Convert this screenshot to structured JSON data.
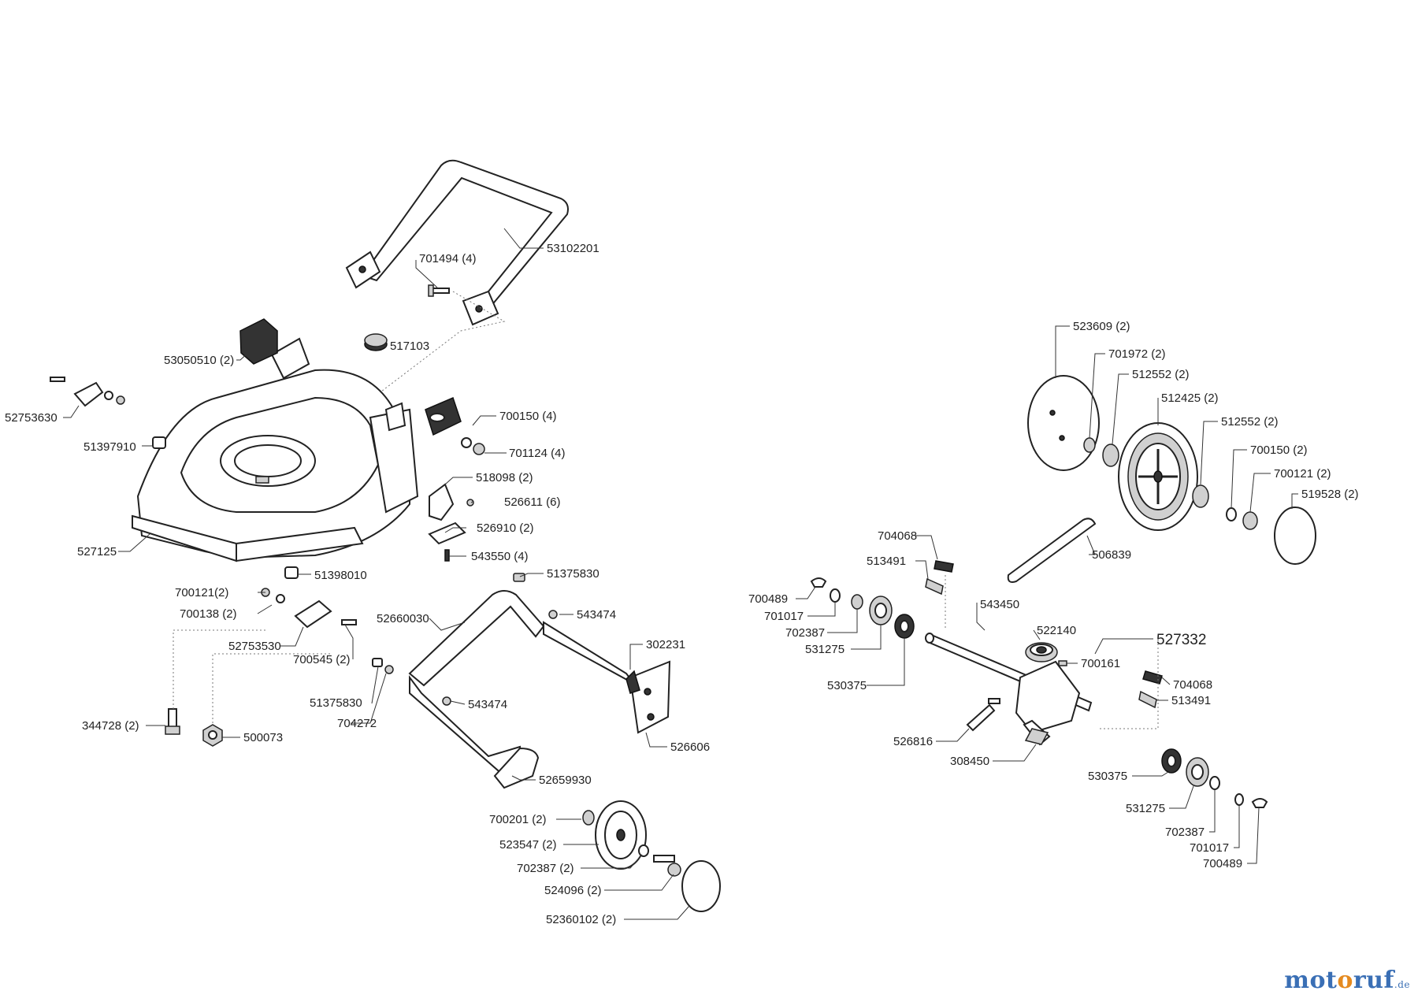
{
  "diagram": {
    "labels": {
      "l53102201": "53102201",
      "l701494": "701494 (4)",
      "l517103": "517103",
      "l53050510": "53050510 (2)",
      "l52753630": "52753630",
      "l51397910": "51397910",
      "l700150a": "700150 (4)",
      "l701124": "701124 (4)",
      "l518098": "518098 (2)",
      "l526611": "526611 (6)",
      "l526910": "526910 (2)",
      "l543550": "543550 (4)",
      "l527125": "527125",
      "l51398010": "51398010",
      "l700121a": "700121(2)",
      "l700138": "700138 (2)",
      "l52753530": "52753530",
      "l700545": "700545 (2)",
      "l51375830a": "51375830",
      "l51375830b": "51375830",
      "l704272": "704272",
      "l52660030": "52660030",
      "l543474a": "543474",
      "l543474b": "543474",
      "l302231": "302231",
      "l526606": "526606",
      "l52659930": "52659930",
      "l344728": "344728 (2)",
      "l500073": "500073",
      "l700201": "700201 (2)",
      "l523547": "523547 (2)",
      "l702387a": "702387 (2)",
      "l524096": "524096 (2)",
      "l52360102": "52360102 (2)",
      "l523609": "523609 (2)",
      "l701972": "701972 (2)",
      "l512552a": "512552 (2)",
      "l512425": "512425 (2)",
      "l512552b": "512552 (2)",
      "l700150b": "700150 (2)",
      "l700121b": "700121 (2)",
      "l519528": "519528 (2)",
      "l704068a": "704068",
      "l513491a": "513491",
      "l506839": "506839",
      "l700489a": "700489",
      "l701017a": "701017",
      "l702387b": "702387",
      "l531275a": "531275",
      "l530375a": "530375",
      "l543450": "543450",
      "l522140": "522140",
      "l527332": "527332",
      "l700161": "700161",
      "l704068b": "704068",
      "l513491b": "513491",
      "l526816": "526816",
      "l308450": "308450",
      "l530375b": "530375",
      "l531275b": "531275",
      "l702387c": "702387",
      "l701017b": "701017",
      "l700489b": "700489"
    }
  },
  "logo": {
    "part1": "mot",
    "part2": "o",
    "part3": "ruf",
    "tld": ".de"
  }
}
